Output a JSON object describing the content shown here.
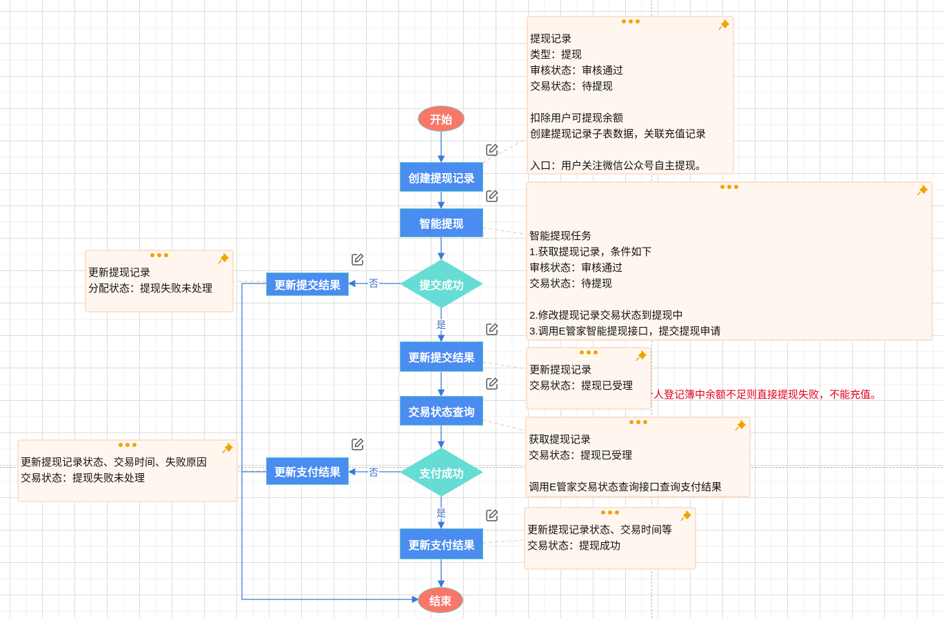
{
  "colors": {
    "process": "#4a8cf0",
    "terminal": "#f7786b",
    "decision": "#66ddd4",
    "connector": "#3c78d8",
    "note_bg": "#fff6f0",
    "note_border": "#fde1cc",
    "accent_pin": "#f2a300",
    "warning_text": "#e3001b"
  },
  "nodes": {
    "start": "开始",
    "create_record": "创建提现记录",
    "smart_withdraw": "智能提现",
    "submit_success": "提交成功",
    "update_submit_fail": "更新提交结果",
    "update_submit_ok": "更新提交结果",
    "tx_query": "交易状态查询",
    "pay_success": "支付成功",
    "update_pay_fail": "更新支付结果",
    "update_pay_ok": "更新支付结果",
    "end": "结束"
  },
  "edge_labels": {
    "submit_no": "否",
    "submit_yes": "是",
    "pay_no": "否",
    "pay_yes": "是"
  },
  "notes": {
    "create_record": {
      "lines": [
        "提现记录",
        "类型：提现",
        "审核状态：审核通过",
        "交易状态：待提现",
        "",
        "扣除用户可提现余额",
        "创建提现记录子表数据，关联充值记录",
        "",
        "入口：用户关注微信公众号自主提现。"
      ]
    },
    "smart_withdraw": {
      "lines": [
        "智能提现任务",
        "1.获取提现记录，条件如下",
        "审核状态：审核通过",
        "交易状态：待提现",
        "",
        "2.修改提现记录交易状态到提现中",
        "3.调用E管家智能提现接口，提交提现申请",
        ""
      ],
      "warning": "注：自主提现逻辑，如果个人登记簿中余额不足则直接提现失败，不能充值。"
    },
    "submit_fail": {
      "lines": [
        "更新提现记录",
        "分配状态：提现失败未处理"
      ]
    },
    "submit_ok": {
      "lines": [
        "更新提现记录",
        "交易状态：提现已受理"
      ]
    },
    "tx_query": {
      "lines": [
        "获取提现记录",
        "交易状态：提现已受理",
        "",
        "调用E管家交易状态查询接口查询支付结果"
      ]
    },
    "pay_fail": {
      "lines": [
        "更新提现记录状态、交易时间、失败原因",
        "交易状态：提现失败未处理"
      ]
    },
    "pay_ok": {
      "lines": [
        "更新提现记录状态、交易时间等",
        "交易状态：提现成功"
      ]
    }
  },
  "icons": {
    "edit": "edit-icon",
    "note_menu": "more-dots-icon",
    "note_pin": "pin-icon"
  }
}
